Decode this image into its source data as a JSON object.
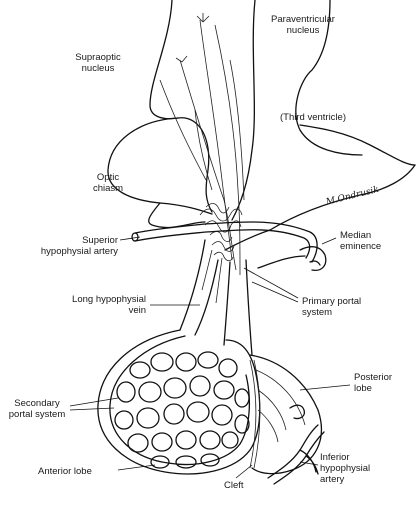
{
  "labels": {
    "paraventricular": "Paraventricular\nnucleus",
    "supraoptic": "Supraoptic\nnucleus",
    "third_ventricle": "(Third ventricle)",
    "optic_chiasm": "Optic\nchiasm",
    "signature": "M.Ondrusik",
    "median_eminence": "Median\neminence",
    "superior_artery": "Superior\nhypophysial artery",
    "long_vein": "Long hypophysial\nvein",
    "primary_portal": "Primary portal\nsystem",
    "secondary_portal": "Secondary\nportal system",
    "posterior_lobe": "Posterior\nlobe",
    "anterior_lobe": "Anterior lobe",
    "cleft": "Cleft",
    "inferior_artery": "Inferior\nhypophysial\nartery"
  }
}
